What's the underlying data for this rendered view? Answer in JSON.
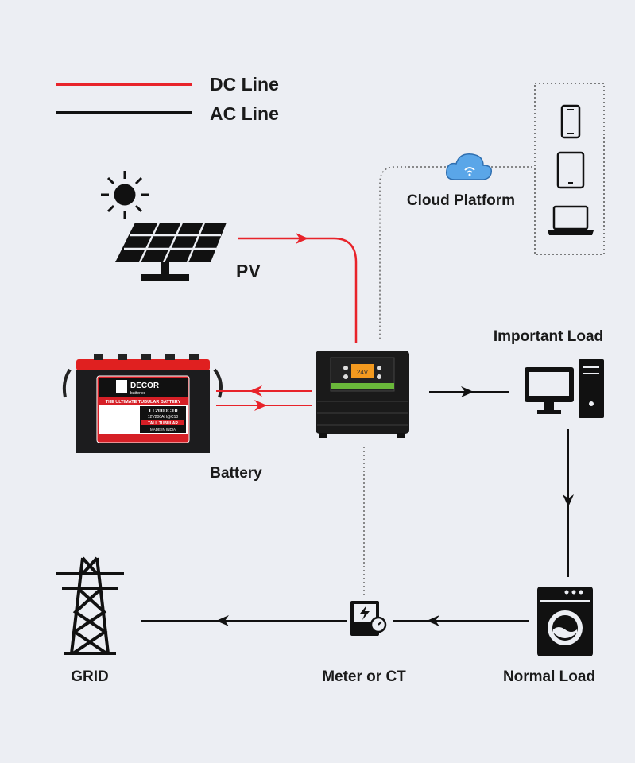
{
  "legend": {
    "dc_line": "DC Line",
    "ac_line": "AC Line"
  },
  "colors": {
    "dc": "#e8232a",
    "ac": "#111111",
    "background": "#eceef3",
    "cloud": "#5aa6e8"
  },
  "labels": {
    "pv": "PV",
    "cloud_platform": "Cloud Platform",
    "battery": "Battery",
    "important_load": "Important Load",
    "normal_load": "Normal Load",
    "meter": "Meter or CT",
    "grid": "GRID"
  },
  "battery_label": {
    "brand": "DECOR",
    "sub": "batteries",
    "tagline": "THE ULTIMATE TUBULAR BATTERY",
    "model": "TT2000C10",
    "rating": "12V200AH@C10",
    "type": "TALL TUBULAR",
    "origin": "MADE IN INDIA"
  },
  "inverter_display": "24V"
}
